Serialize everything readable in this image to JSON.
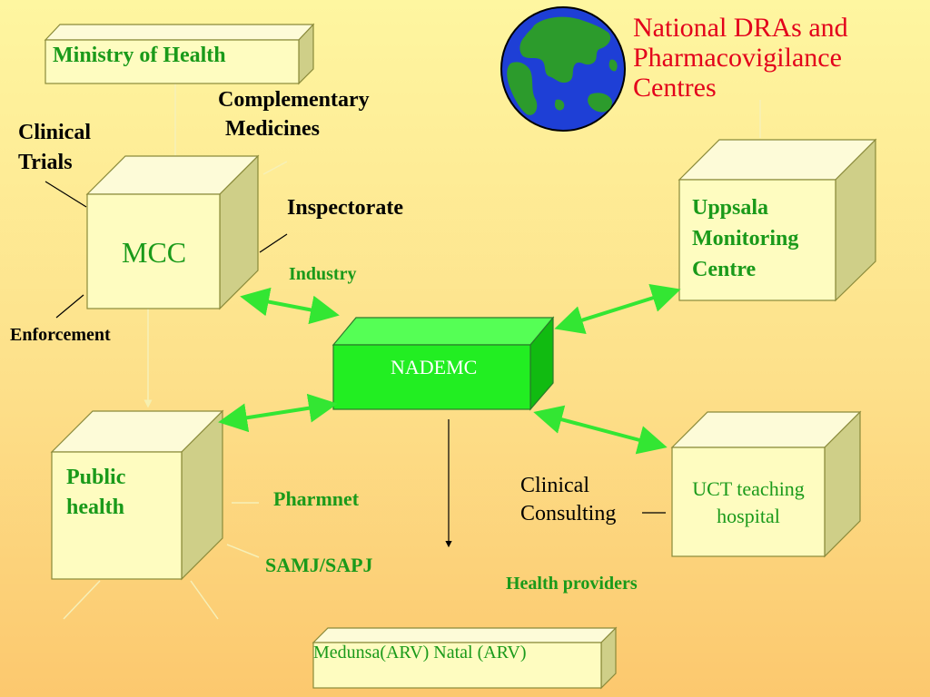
{
  "title": {
    "line1": "National DRAs and",
    "line2": "Pharmacovigilance",
    "line3": "Centres"
  },
  "boxes": {
    "ministry": "Ministry of Health",
    "mcc": "MCC",
    "nademc": "NADEMC",
    "uppsala": {
      "line1": "Uppsala",
      "line2": "Monitoring",
      "line3": "Centre"
    },
    "public_health": {
      "line1": "Public",
      "line2": "health"
    },
    "uct": {
      "line1": "UCT teaching",
      "line2": "hospital"
    },
    "medunsa": "Medunsa(ARV) Natal (ARV)"
  },
  "labels": {
    "complementary": {
      "line1": "Complementary",
      "line2": "Medicines"
    },
    "clinical_trials": {
      "line1": "Clinical",
      "line2": "Trials"
    },
    "inspectorate": "Inspectorate",
    "industry": "Industry",
    "enforcement": "Enforcement",
    "pharmnet": "Pharmnet",
    "samj": "SAMJ/SAPJ",
    "clinical_consulting": {
      "line1": "Clinical",
      "line2": "Consulting"
    },
    "health_providers": "Health providers"
  },
  "colors": {
    "title_red": "#e3001b",
    "label_green": "#1a9a1a",
    "box_face": "#fefcc0",
    "box_side": "#cfcf88",
    "nademc_face": "#22ee22",
    "arrow_green": "#33e633",
    "globe_ocean": "#1e3fd6",
    "globe_land": "#2c9b2c"
  }
}
